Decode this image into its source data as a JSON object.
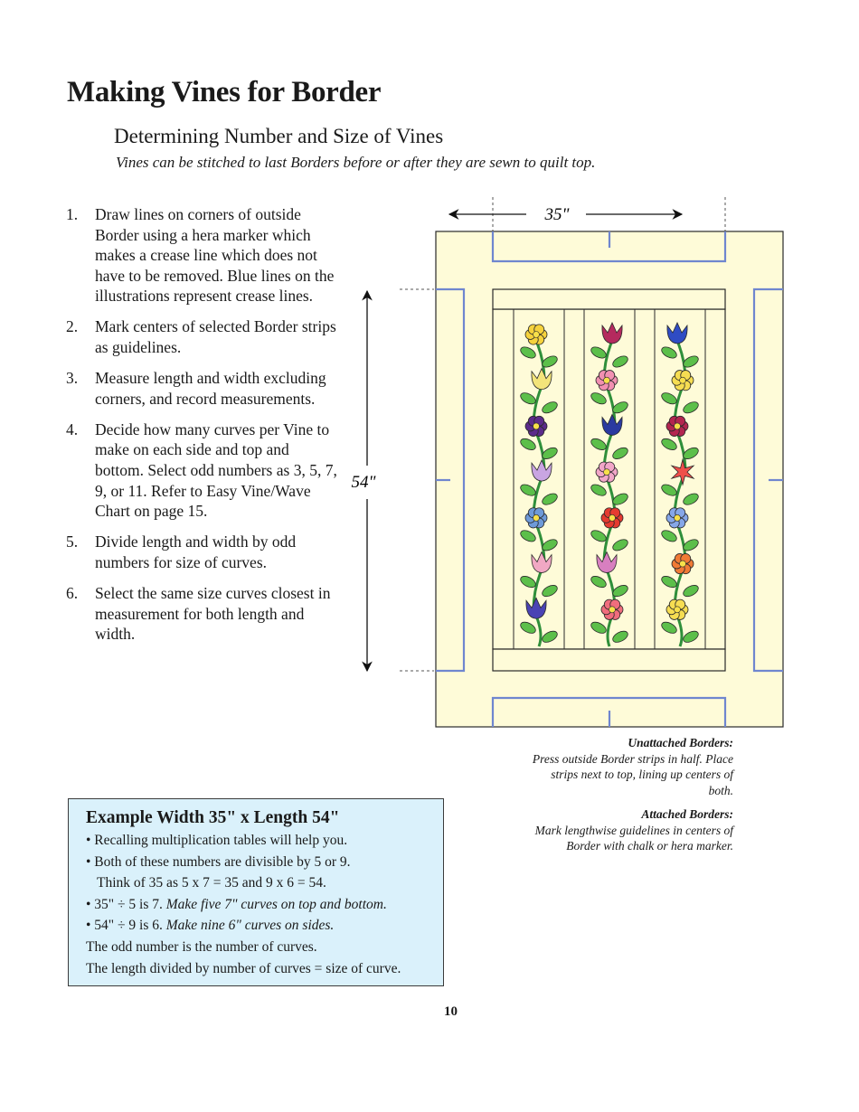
{
  "page": {
    "title": "Making Vines for Border",
    "subtitle": "Determining Number and Size of Vines",
    "intro": "Vines can be stitched to last Borders before or after they are sewn to quilt top.",
    "page_number": "10"
  },
  "steps": [
    {
      "num": "1.",
      "text": "Draw lines on corners of outside Border using a hera marker which makes a crease line which does not have to be removed. Blue lines on the illustrations represent crease lines."
    },
    {
      "num": "2.",
      "text": "Mark centers of selected Border strips as guidelines."
    },
    {
      "num": "3.",
      "text": "Measure length and width excluding corners, and record measurements."
    },
    {
      "num": "4.",
      "text": "Decide how many curves per Vine to make on each side and top and bottom. Select odd numbers as 3, 5, 7, 9, or 11.  Refer to Easy Vine/Wave Chart on page 15."
    },
    {
      "num": "5.",
      "text": "Divide length and width by odd numbers for size of curves."
    },
    {
      "num": "6.",
      "text": "Select the same size curves closest in measurement for both length and width."
    }
  ],
  "diagram": {
    "width_label": "35\"",
    "length_label": "54\"",
    "colors": {
      "border": "#fefbd8",
      "crease": "#6f86cf",
      "outline": "#2a2a2a",
      "stem": "#2f8f3a",
      "leaf": "#5cbf4a"
    },
    "columns": [
      {
        "flowers": [
          {
            "kind": "round",
            "color": "#f6d23c",
            "side": "left"
          },
          {
            "kind": "tulip",
            "color": "#f3e47a",
            "side": "right"
          },
          {
            "kind": "round",
            "color": "#5b2a8a",
            "side": "left"
          },
          {
            "kind": "tulip",
            "color": "#c9a5e2",
            "side": "right"
          },
          {
            "kind": "round",
            "color": "#6e9ad8",
            "side": "left"
          },
          {
            "kind": "tulip",
            "color": "#f1a8c4",
            "side": "right"
          },
          {
            "kind": "tulip",
            "color": "#4a43b4",
            "side": "left"
          }
        ]
      },
      {
        "flowers": [
          {
            "kind": "tulip",
            "color": "#b52a5e",
            "side": "right"
          },
          {
            "kind": "round",
            "color": "#f290b1",
            "side": "left"
          },
          {
            "kind": "tulip",
            "color": "#2b3aa0",
            "side": "right"
          },
          {
            "kind": "round",
            "color": "#f2a6c8",
            "side": "left"
          },
          {
            "kind": "round",
            "color": "#e53a30",
            "side": "right"
          },
          {
            "kind": "tulip",
            "color": "#d87fc0",
            "side": "left"
          },
          {
            "kind": "round",
            "color": "#f06d7d",
            "side": "right"
          }
        ]
      },
      {
        "flowers": [
          {
            "kind": "tulip",
            "color": "#2f4cc4",
            "side": "left"
          },
          {
            "kind": "round",
            "color": "#f6dd52",
            "side": "right"
          },
          {
            "kind": "round",
            "color": "#b3264f",
            "side": "left"
          },
          {
            "kind": "star",
            "color": "#ef4f4a",
            "side": "right"
          },
          {
            "kind": "round",
            "color": "#86a7e8",
            "side": "left"
          },
          {
            "kind": "round",
            "color": "#f07a35",
            "side": "right"
          },
          {
            "kind": "round",
            "color": "#f6dd52",
            "side": "left"
          }
        ]
      }
    ]
  },
  "notes": {
    "unattached_heading": "Unattached Borders:",
    "unattached_text": "Press outside Border strips in half. Place strips next to top, lining up centers of both.",
    "attached_heading": "Attached Borders:",
    "attached_text": "Mark lengthwise guidelines in centers of Border with chalk or hera marker."
  },
  "example": {
    "title": "Example  Width 35\" x  Length  54\"",
    "bullet1": "• Recalling multiplication tables will help you.",
    "bullet2": "• Both of these numbers are divisible by 5 or 9.",
    "bullet2_cont": "Think of 35 as 5 x 7 = 35 and 9 x 6 = 54.",
    "bullet3_plain": "• 35\" ÷ 5 is 7. ",
    "bullet3_italic": "Make five 7\" curves on top and bottom.",
    "bullet4_plain": "• 54\" ÷ 9 is 6. ",
    "bullet4_italic": "Make nine 6\" curves on sides.",
    "line5": "The odd number is the number of curves.",
    "line6": "The length divided by number of curves = size of curve."
  }
}
